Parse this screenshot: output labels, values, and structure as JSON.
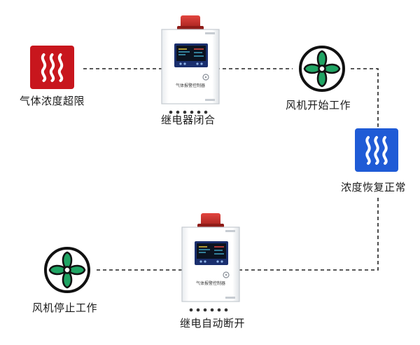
{
  "nodes": {
    "concentration_over_limit": {
      "label": "气体浓度超限",
      "icon": "heat-waves-icon",
      "color": "#c8161d"
    },
    "relay_close": {
      "label": "继电器闭合",
      "panel_text": "气体报警控制器"
    },
    "fan_start": {
      "label": "风机开始工作",
      "icon": "fan-icon",
      "color": "#1fa463"
    },
    "concentration_normal": {
      "label": "浓度恢复正常",
      "icon": "heat-waves-icon",
      "color": "#1f5bd6"
    },
    "relay_open": {
      "label": "继电自动断开",
      "panel_text": "气体报警控制器"
    },
    "fan_stop": {
      "label": "风机停止工作",
      "icon": "fan-icon",
      "color": "#1fa463"
    }
  },
  "colors": {
    "line": "#222222",
    "beacon": "#c9302c",
    "screen": "#1a2f6e"
  }
}
